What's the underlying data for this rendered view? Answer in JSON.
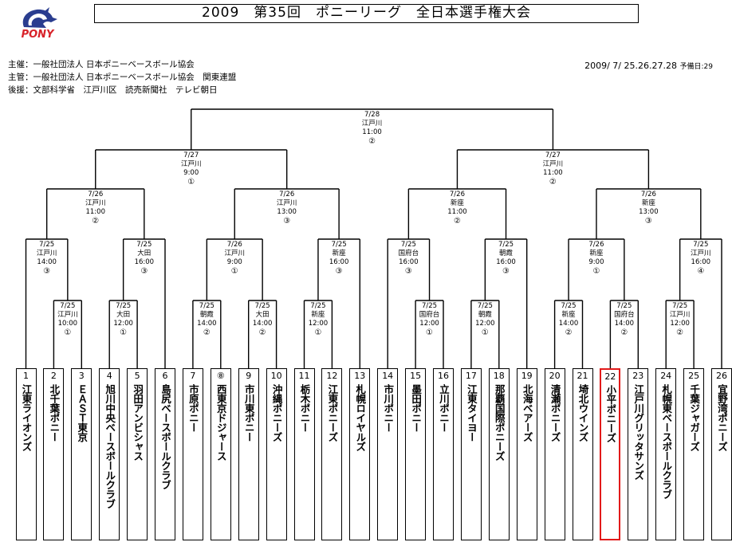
{
  "title": "2009　第35回　ポニーリーグ　全日本選手権大会",
  "logo_text": "PONY",
  "venues": "",
  "organizers": [
    "主催：一般社団法人 日本ポニーベースボール協会",
    "主管：一般社団法人 日本ポニーベースボール協会　関東連盟",
    "後援：文部科学省　江戸川区　読売新聞社　テレビ朝日"
  ],
  "dates": {
    "main": "2009/ 7/ 25.26.27.28",
    "reserve": "予備日:29"
  },
  "teams": [
    {
      "num": "1",
      "name": "江東ライオンズ"
    },
    {
      "num": "2",
      "name": "北千葉ポニー"
    },
    {
      "num": "3",
      "name": "ＥＡＳＴ東京"
    },
    {
      "num": "4",
      "name": "旭川中央ベースボールクラブ"
    },
    {
      "num": "5",
      "name": "羽田アンビシャス"
    },
    {
      "num": "6",
      "name": "島尻ベースボールクラブ"
    },
    {
      "num": "7",
      "name": "市原ポニー"
    },
    {
      "num": "⑧",
      "name": "西東京ドジャース"
    },
    {
      "num": "9",
      "name": "市川東ポニー"
    },
    {
      "num": "10",
      "name": "沖縄ポニーズ"
    },
    {
      "num": "11",
      "name": "栃木ポニー"
    },
    {
      "num": "12",
      "name": "江東ポニーズ"
    },
    {
      "num": "13",
      "name": "札幌ロイヤルズ"
    },
    {
      "num": "14",
      "name": "市川ポニー"
    },
    {
      "num": "15",
      "name": "墨田ポニー"
    },
    {
      "num": "16",
      "name": "立川ポニー"
    },
    {
      "num": "17",
      "name": "江東タイヨー"
    },
    {
      "num": "18",
      "name": "那覇国際ポニーズ"
    },
    {
      "num": "19",
      "name": "北海ベアーズ"
    },
    {
      "num": "20",
      "name": "清瀬ポニーズ"
    },
    {
      "num": "21",
      "name": "埼北ウインズ"
    },
    {
      "num": "22",
      "name": "小平ポニーズ",
      "highlight": true
    },
    {
      "num": "23",
      "name": "江戸川グリッタサンズ"
    },
    {
      "num": "24",
      "name": "札幌東ベースボールクラブ"
    },
    {
      "num": "25",
      "name": "千葉ジャガーズ"
    },
    {
      "num": "26",
      "name": "宜野湾ポニーズ"
    }
  ],
  "games": [
    {
      "id": "g1",
      "date": "7/25",
      "venue": "江戸川",
      "time": "10:00",
      "mark": "①"
    },
    {
      "id": "g2",
      "date": "7/25",
      "venue": "大田",
      "time": "12:00",
      "mark": "①"
    },
    {
      "id": "g3",
      "date": "7/25",
      "venue": "朝霞",
      "time": "14:00",
      "mark": "②"
    },
    {
      "id": "g4",
      "date": "7/25",
      "venue": "大田",
      "time": "14:00",
      "mark": "②"
    },
    {
      "id": "g5",
      "date": "7/25",
      "venue": "新座",
      "time": "12:00",
      "mark": "①"
    },
    {
      "id": "g6",
      "date": "7/25",
      "venue": "国府台",
      "time": "12:00",
      "mark": "①"
    },
    {
      "id": "g7",
      "date": "7/25",
      "venue": "朝霞",
      "time": "12:00",
      "mark": "①"
    },
    {
      "id": "g8",
      "date": "7/25",
      "venue": "新座",
      "time": "14:00",
      "mark": "②"
    },
    {
      "id": "g9",
      "date": "7/25",
      "venue": "国府台",
      "time": "14:00",
      "mark": "②"
    },
    {
      "id": "g10",
      "date": "7/25",
      "venue": "江戸川",
      "time": "12:00",
      "mark": "②"
    },
    {
      "id": "g11",
      "date": "7/25",
      "venue": "江戸川",
      "time": "14:00",
      "mark": "③"
    },
    {
      "id": "g12",
      "date": "7/25",
      "venue": "大田",
      "time": "16:00",
      "mark": "③"
    },
    {
      "id": "g13",
      "date": "7/26",
      "venue": "江戸川",
      "time": "9:00",
      "mark": "①"
    },
    {
      "id": "g14",
      "date": "7/25",
      "venue": "新座",
      "time": "16:00",
      "mark": "③"
    },
    {
      "id": "g15",
      "date": "7/25",
      "venue": "国府台",
      "time": "16:00",
      "mark": "③"
    },
    {
      "id": "g16",
      "date": "7/25",
      "venue": "朝霞",
      "time": "16:00",
      "mark": "③"
    },
    {
      "id": "g17",
      "date": "7/26",
      "venue": "新座",
      "time": "9:00",
      "mark": "①"
    },
    {
      "id": "g18",
      "date": "7/25",
      "venue": "江戸川",
      "time": "16:00",
      "mark": "④"
    },
    {
      "id": "g19",
      "date": "7/26",
      "venue": "江戸川",
      "time": "11:00",
      "mark": "②"
    },
    {
      "id": "g20",
      "date": "7/26",
      "venue": "江戸川",
      "time": "13:00",
      "mark": "③"
    },
    {
      "id": "g21",
      "date": "7/26",
      "venue": "新座",
      "time": "11:00",
      "mark": "②"
    },
    {
      "id": "g22",
      "date": "7/26",
      "venue": "新座",
      "time": "13:00",
      "mark": "③"
    },
    {
      "id": "g23",
      "date": "7/27",
      "venue": "江戸川",
      "time": "9:00",
      "mark": "①"
    },
    {
      "id": "g24",
      "date": "7/27",
      "venue": "江戸川",
      "time": "11:00",
      "mark": "②"
    },
    {
      "id": "g25",
      "date": "7/28",
      "venue": "江戸川",
      "time": "11:00",
      "mark": "②"
    }
  ]
}
